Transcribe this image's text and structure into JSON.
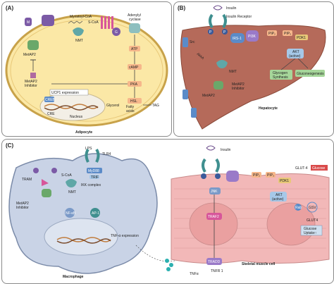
{
  "panels": {
    "a": {
      "label": "(A)",
      "caption": "Adipocyte",
      "texts": {
        "myristoyl": "Myristoyl-CoA",
        "scoa": "S-CoA",
        "adenylyl": "Adenylyl",
        "cyclase": "cyclase",
        "nmt": "NMT",
        "metap2": "MetAP2",
        "metap2_inh1": "MetAP2",
        "metap2_inh2": "Inhibitor",
        "atp": "ATP",
        "camp": "cAMP",
        "pka": "PKA",
        "hsl": "HSL",
        "ucp1": "UCP1 expression",
        "creb": "CREB",
        "cre": "CRE",
        "nucleus": "Nucleus",
        "glycerol": "Glycerol",
        "fatty1": "Fatty",
        "fatty2": "acids",
        "tag": "TAG",
        "g": "G",
        "m": "M"
      }
    },
    "b": {
      "label": "(B)",
      "caption": "Hepatocyte",
      "texts": {
        "insulin": "Insulin",
        "receptor": "Insulin Receptor",
        "irs1": "IRS-1",
        "pi3k": "PI3K",
        "pip2": "PIP₂",
        "pip3": "PIP₃",
        "pdk1": "PDK1",
        "akt1": "AKT",
        "akt2": "(active)",
        "glyco1": "Glycogen",
        "glyco2": "Synthesis",
        "gluconeo": "Gluconeogenesis",
        "nmt": "NMT",
        "metap2_1": "MetAP2",
        "metap2_2": "Inhibitor",
        "metap2": "MetAP2",
        "src": "Src",
        "akka": "AkkA",
        "p": "P"
      }
    },
    "c": {
      "label": "(C)",
      "macrophage": "Macrophage",
      "muscle": "Skeletal muscle cell",
      "texts": {
        "lps": "LPS",
        "tlr4": "TLR4",
        "myd88": "MyD88",
        "trif": "TRIF",
        "tram": "TRAM",
        "scoa": "S-CoA",
        "nmt": "NMT",
        "ikk": "IKK complex",
        "metap2_1": "MetAP2",
        "metap2_2": "Inhibitor",
        "nfkb": "NF-κB",
        "ap1": "AP-1",
        "tnf_expr": "TNF-α expression",
        "tnfa": "TNFα",
        "tnfr1": "TNFR 1",
        "tradd": "TRADD",
        "traf2": "TRAF2",
        "jnk": "JNK",
        "insulin": "Insulin",
        "pip2": "PIP₂",
        "pip3": "PIP₃",
        "pdk1": "PDK1",
        "akt1": "AKT",
        "akt2": "(active)",
        "glut4": "GLUT-4",
        "glucose": "Glucose",
        "glut4b": "GLUT4",
        "gsv": "GSV",
        "uptake1": "Glucose",
        "uptake2": "Uptake↑",
        "rab": "Rab",
        "ps": "P"
      }
    }
  },
  "colors": {
    "adipocyte_fill": "#fbe8a6",
    "adipocyte_border": "#c8a24a",
    "liver": "#b56a5a",
    "muscle": "#f2b8b8",
    "macrophage": "#c9d3e6",
    "green_box": "#a6d69a",
    "orange_box": "#f6b78b",
    "purple": "#7b5aa6",
    "teal": "#3f8f8f",
    "blue": "#5b8bc8"
  }
}
